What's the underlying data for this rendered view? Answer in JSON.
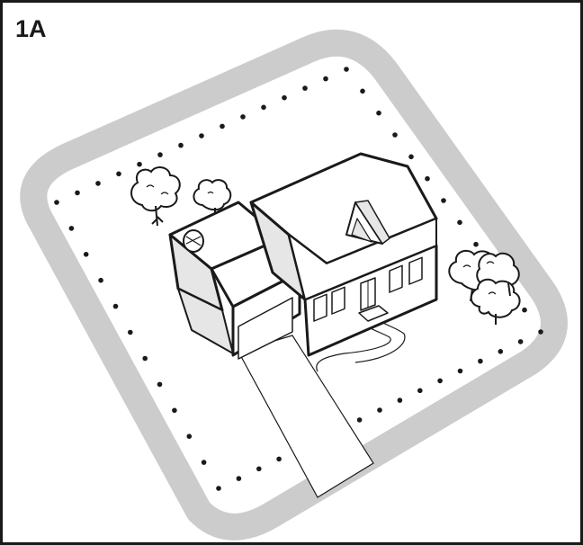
{
  "figure": {
    "label": "1A"
  },
  "colors": {
    "border": "#1a1a1a",
    "boundary_band": "#cccccc",
    "ink": "#1a1a1a",
    "fill_light": "#ffffff",
    "fill_shade": "#e6e6e6"
  },
  "icons": [
    "boundary-wire-dots",
    "house",
    "garage",
    "driveway",
    "front-walkway",
    "tree-cluster"
  ]
}
